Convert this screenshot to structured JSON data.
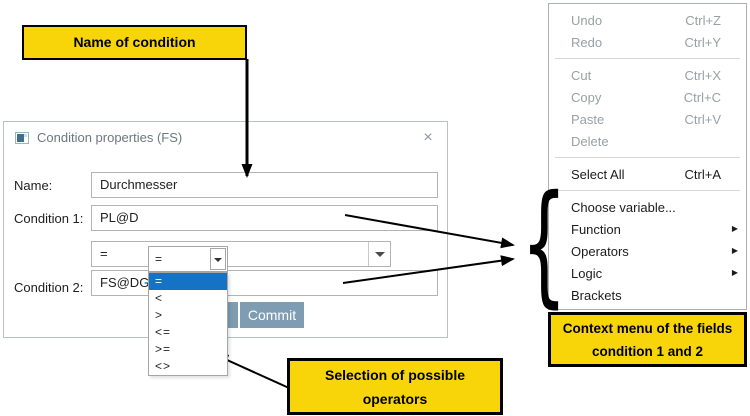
{
  "dialog": {
    "title": "Condition properties (FS)",
    "close_label": "×",
    "name_label": "Name:",
    "name_value": "Durchmesser",
    "condition1_label": "Condition 1:",
    "condition1_value": "PL@D",
    "operator_value": "=",
    "condition2_label": "Condition 2:",
    "condition2_value": "FS@DG",
    "commit_label": "Commit"
  },
  "operator_dropdown": {
    "selected": "=",
    "options": [
      "=",
      "<",
      ">",
      "<=",
      ">=",
      "<>"
    ]
  },
  "context_menu": {
    "items": [
      {
        "label": "Undo",
        "shortcut": "Ctrl+Z"
      },
      {
        "label": "Redo",
        "shortcut": "Ctrl+Y"
      },
      {
        "label": "Cut",
        "shortcut": "Ctrl+X"
      },
      {
        "label": "Copy",
        "shortcut": "Ctrl+C"
      },
      {
        "label": "Paste",
        "shortcut": "Ctrl+V"
      },
      {
        "label": "Delete",
        "shortcut": ""
      },
      {
        "label": "Select All",
        "shortcut": "Ctrl+A"
      },
      {
        "label": "Choose variable...",
        "shortcut": ""
      },
      {
        "label": "Function",
        "shortcut": ""
      },
      {
        "label": "Operators",
        "shortcut": ""
      },
      {
        "label": "Logic",
        "shortcut": ""
      },
      {
        "label": "Brackets",
        "shortcut": ""
      }
    ],
    "submenu_arrow": "▶"
  },
  "callouts": {
    "name": "Name of condition",
    "operators_line1": "Selection of possible",
    "operators_line2": "operators",
    "context_line1": "Context menu  of the fields",
    "context_line2": "condition 1 and 2"
  },
  "annotations": {
    "brace": "{"
  },
  "colors": {
    "callout_yellow": "#f7d509",
    "selection_blue": "#1673c4",
    "button_blue": "#7e9db2"
  }
}
